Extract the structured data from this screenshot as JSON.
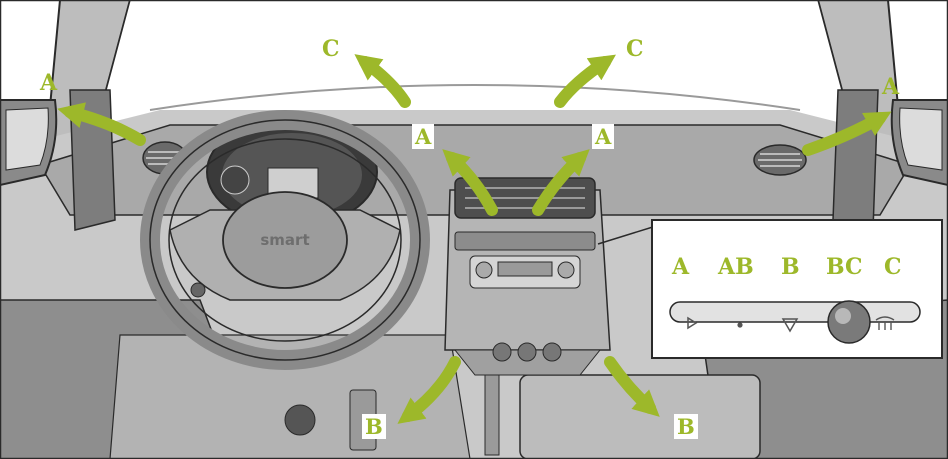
{
  "colors": {
    "arrow": "#9db82a",
    "label": "#9db82a",
    "outline": "#2a2a2a",
    "dash_light": "#c9c9c9",
    "dash_mid": "#a9a9a9",
    "dash_dark": "#7d7d7d"
  },
  "steering_wheel": {
    "brand": "smart"
  },
  "dashboard_labels": {
    "top_left_c": "C",
    "top_right_c": "C",
    "left_mirror_a": "A",
    "right_mirror_a": "A",
    "center_left_a": "A",
    "center_right_a": "A",
    "bottom_left_b": "B",
    "bottom_right_b": "B"
  },
  "inset": {
    "positions": [
      "A",
      "AB",
      "B",
      "BC",
      "C"
    ],
    "symbols": [
      "play-right-icon",
      "dot-icon",
      "triangle-down-icon",
      "defrost-icon"
    ]
  }
}
